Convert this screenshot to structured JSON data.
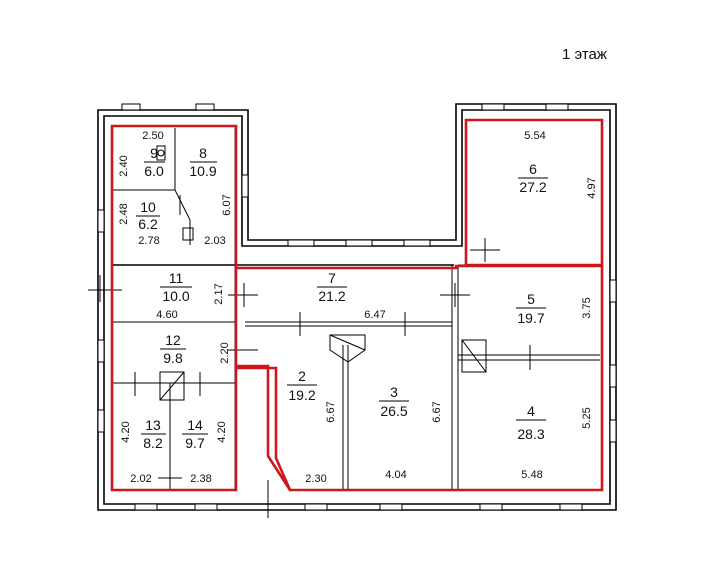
{
  "floor_label": "1 этаж",
  "rooms": [
    {
      "number": "2",
      "area": "19.2"
    },
    {
      "number": "3",
      "area": "26.5"
    },
    {
      "number": "4",
      "area": "28.3"
    },
    {
      "number": "5",
      "area": "19.7"
    },
    {
      "number": "6",
      "area": "27.2"
    },
    {
      "number": "7",
      "area": "21.2"
    },
    {
      "number": "8",
      "area": "10.9"
    },
    {
      "number": "9",
      "area": "6.0"
    },
    {
      "number": "10",
      "area": "6.2"
    },
    {
      "number": "11",
      "area": "10.0"
    },
    {
      "number": "12",
      "area": "9.8"
    },
    {
      "number": "13",
      "area": "8.2"
    },
    {
      "number": "14",
      "area": "9.7"
    }
  ],
  "dimensions": {
    "d250": "2.50",
    "d240": "2.40",
    "d607": "6.07",
    "d248": "2.48",
    "d278": "2.78",
    "d203": "2.03",
    "d554": "5.54",
    "d497": "4.97",
    "d217": "2.17",
    "d460": "4.60",
    "d647": "6.47",
    "d375": "3.75",
    "d220": "2.20",
    "d667a": "6.67",
    "d667b": "6.67",
    "d525": "5.25",
    "d420a": "4.20",
    "d420b": "4.20",
    "d202": "2.02",
    "d238": "2.38",
    "d230": "2.30",
    "d404": "4.04",
    "d548": "5.48"
  },
  "colors": {
    "highlight": "#d0151b",
    "walls": "#000000"
  }
}
